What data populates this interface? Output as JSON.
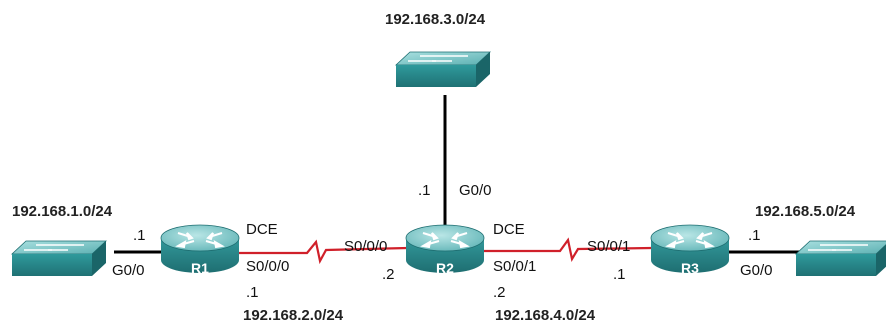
{
  "colors": {
    "ethernet_link": "#000000",
    "serial_link": "#d0202a",
    "device_face": "#2c8f92",
    "device_top": "#8fd3d4",
    "device_side": "#1d6a6d"
  },
  "icons": {
    "router": "router-icon",
    "switch": "switch-icon"
  },
  "networks": {
    "lan1": "192.168.1.0/24",
    "lan3": "192.168.3.0/24",
    "lan5": "192.168.5.0/24",
    "wan12": "192.168.2.0/24",
    "wan23": "192.168.4.0/24"
  },
  "routers": {
    "r1": "R1",
    "r2": "R2",
    "r3": "R3"
  },
  "r1": {
    "g0_host": ".1",
    "g0_if": "G0/0",
    "s0_if": "S0/0/0",
    "s0_dce": "DCE",
    "s0_host": ".1"
  },
  "r2": {
    "s000_if": "S0/0/0",
    "s000_host": ".2",
    "g0_host": ".1",
    "g0_if": "G0/0",
    "s001_dce": "DCE",
    "s001_if": "S0/0/1",
    "s001_host": ".2"
  },
  "r3": {
    "s001_if": "S0/0/1",
    "s001_host": ".1",
    "g0_host": ".1",
    "g0_if": "G0/0"
  }
}
